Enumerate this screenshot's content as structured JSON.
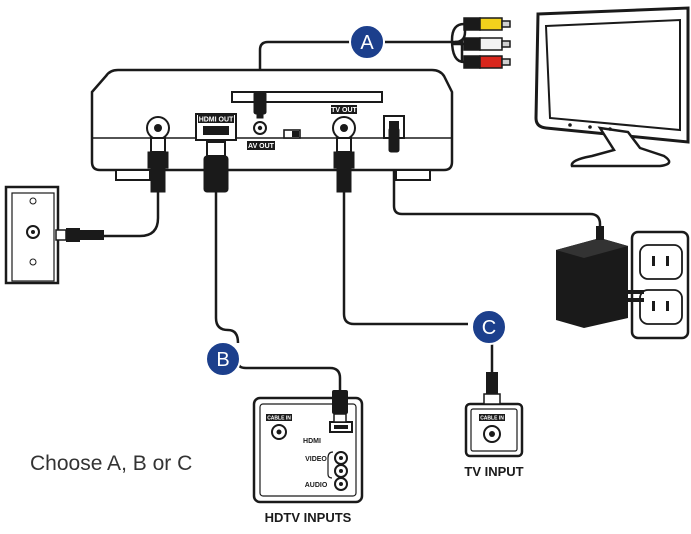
{
  "badges": {
    "a": "A",
    "b": "B",
    "c": "C"
  },
  "device_labels": {
    "hdmi_out": "HDMI OUT",
    "av_out": "AV OUT",
    "tv_out": "TV OUT"
  },
  "hdtv_panel": {
    "cable_in": "CABLE IN",
    "hdmi": "HDMI",
    "video": "VIDEO",
    "audio": "AUDIO",
    "title": "HDTV INPUTS"
  },
  "tv_panel": {
    "cable_in": "CABLE IN",
    "title": "TV INPUT"
  },
  "caption": "Choose A, B or C",
  "colors": {
    "badge_fill": "#1c3f8c",
    "rca_yellow": "#f2d21c",
    "rca_white": "#f2f2f2",
    "rca_red": "#d8261c",
    "line": "#1a1a1a"
  }
}
